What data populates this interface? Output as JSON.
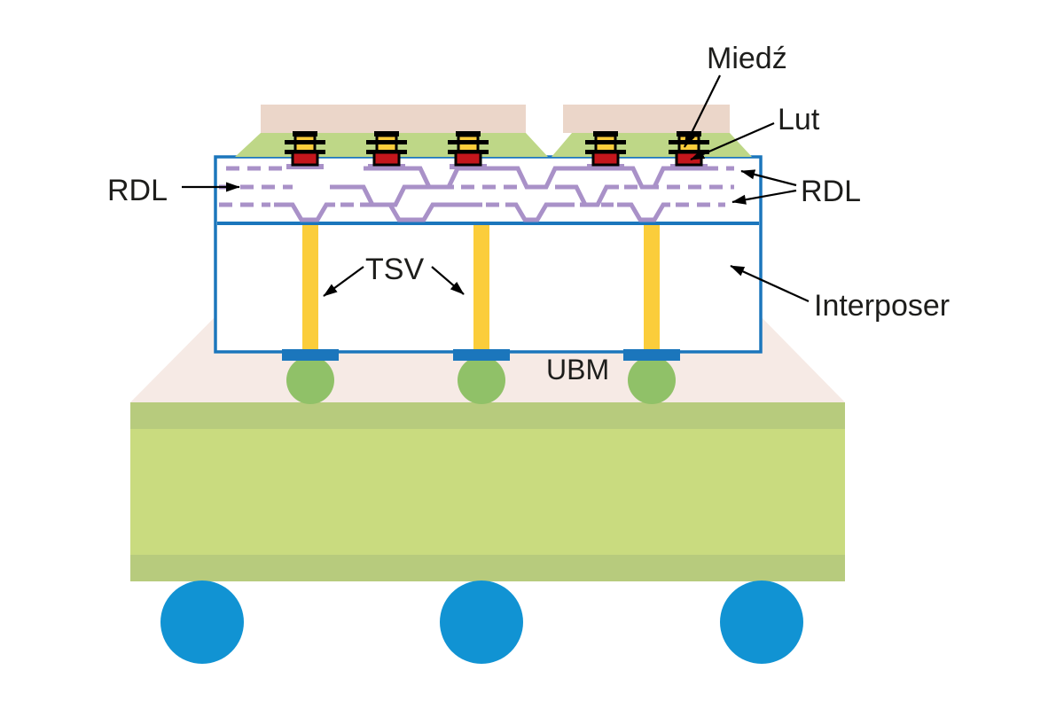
{
  "diagram": {
    "title_semantic": "2.5D interposer package cross-section",
    "labels": {
      "miedz": "Miedź",
      "lut": "Lut",
      "rdl_left": "RDL",
      "rdl_right": "RDL",
      "tsv": "TSV",
      "interposer": "Interposer",
      "ubm": "UBM"
    },
    "colors": {
      "outline_blue": "#1B76BC",
      "chip_pink": "#EBD6C9",
      "substrate_pink": "#F6EAE5",
      "die_green": "#BED787",
      "substrate_green_light": "#C9DB7F",
      "substrate_green_dark": "#B7CB7D",
      "solder_ball_green": "#90C168",
      "bga_ball_blue": "#1193D3",
      "copper_yellow": "#FBCD3B",
      "solder_red": "#C4161C",
      "rdl_purple": "#A991C8",
      "text_black": "#1D1D1B",
      "bump_black": "#000000"
    },
    "components": {
      "chips": 2,
      "microbumps": 5,
      "rdl_layers": 3,
      "tsvs": 3,
      "ubm_pads": 3,
      "green_solder_balls": 3,
      "blue_bga_balls": 3
    }
  }
}
